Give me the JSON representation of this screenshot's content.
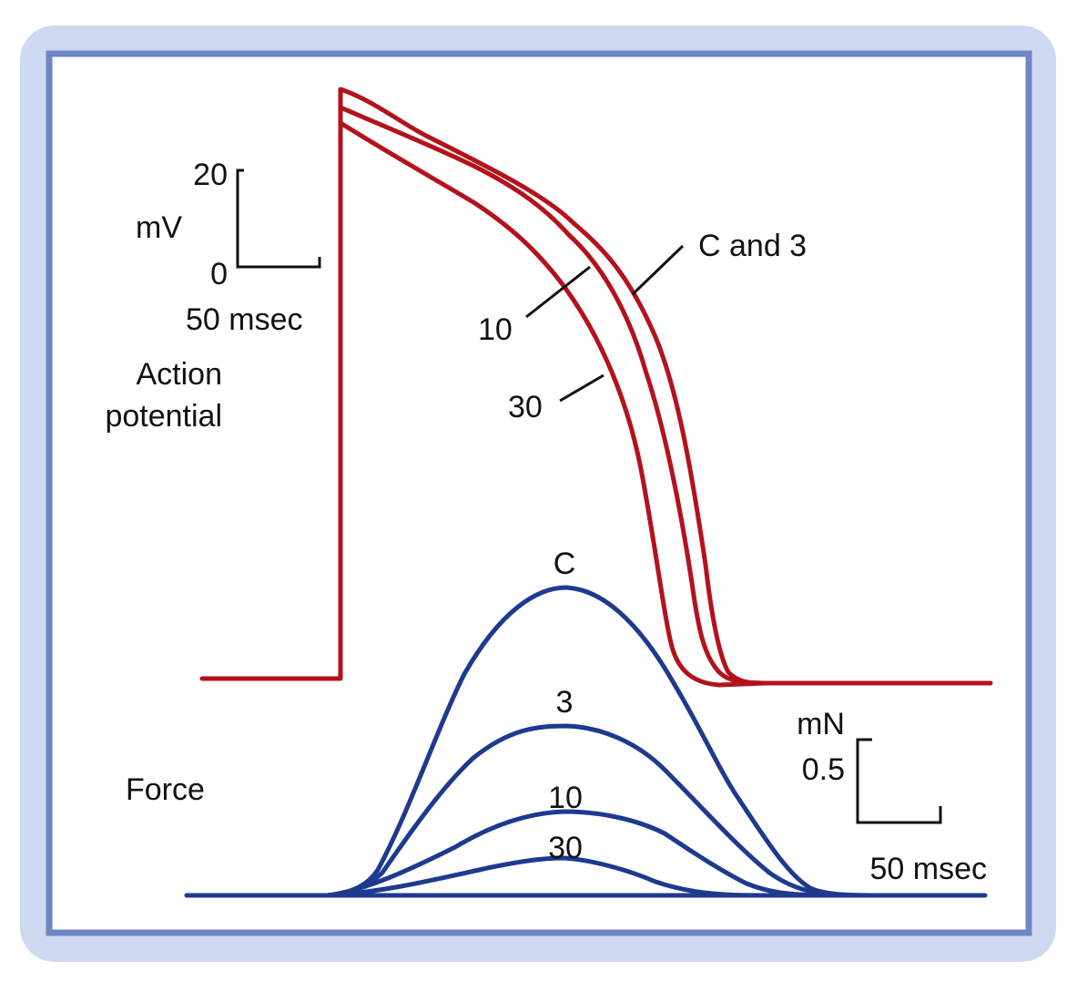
{
  "colors": {
    "frame_outer": "#cdd9f0",
    "frame_border": "#6e86c4",
    "frame_inner": "#ffffff",
    "action_potential": "#b3121c",
    "force": "#1e3a8f",
    "scale_bar": "#111111"
  },
  "action_potential": {
    "label_line1": "Action",
    "label_line2": "potential",
    "scale": {
      "y_unit": "mV",
      "y_top_value": "20",
      "y_bottom_value": "0",
      "x_value": "50 msec"
    },
    "trace_labels": {
      "c_and_3": "C and 3",
      "ten": "10",
      "thirty": "30"
    }
  },
  "force": {
    "label": "Force",
    "scale": {
      "y_unit": "mN",
      "y_value": "0.5",
      "x_value": "50 msec"
    },
    "trace_labels": {
      "c": "C",
      "three": "3",
      "ten": "10",
      "thirty": "30"
    }
  }
}
